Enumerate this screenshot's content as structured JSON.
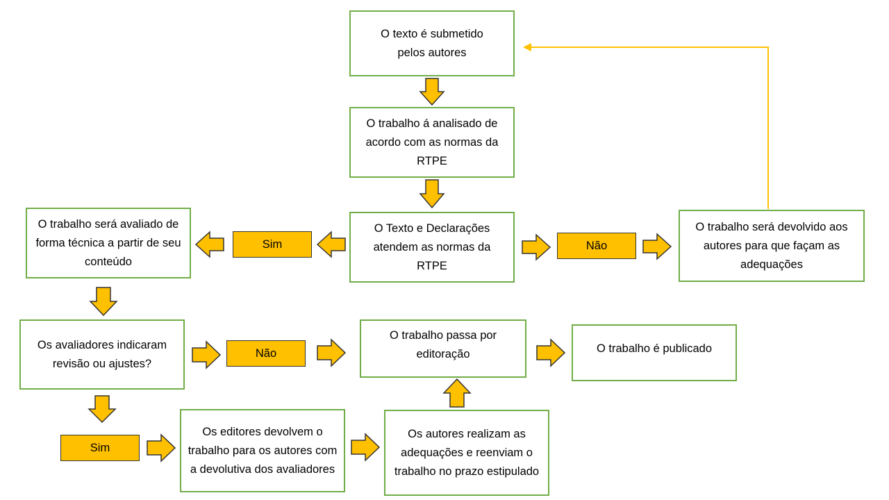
{
  "nodes": {
    "submit": "O texto é submetido pelos autores",
    "analyze": "O trabalho á analisado de acordo com as normas da RTPE",
    "meets_norms": "O Texto e Declarações atendem as normas da RTPE",
    "technical_review": "O trabalho será avaliado de forma técnica a partir de seu conteúdo",
    "returned": "O trabalho será devolvido aos autores para que façam as adequações",
    "reviewers_indicated": "Os avaliadores indicaram revisão ou ajustes?",
    "editing": "O trabalho passa por editoração",
    "published": "O trabalho é publicado",
    "editors_return": "Os editores devolvem o trabalho para os autores com a devolutiva dos avaliadores",
    "authors_adjust": "Os autores realizam as adequações e reenviam o trabalho no prazo estipulado"
  },
  "labels": {
    "sim_1": "Sim",
    "nao_1": "Não",
    "nao_2": "Não",
    "sim_2": "Sim"
  },
  "colors": {
    "box_border": "#70ad47",
    "arrow_fill": "#ffc000",
    "arrow_stroke": "#333333",
    "connector_line": "#ffc000"
  }
}
